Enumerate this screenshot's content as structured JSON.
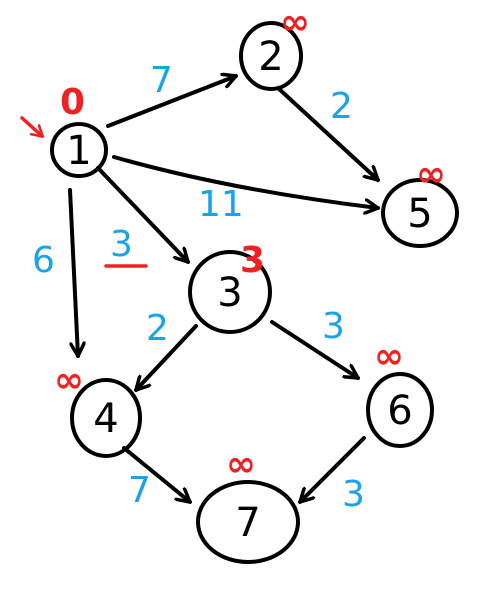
{
  "colors": {
    "ink": "#000000",
    "weight": "#1aa3e8",
    "distance": "#ee2222"
  },
  "nodes": [
    {
      "id": "1",
      "label": "1",
      "distance": "0"
    },
    {
      "id": "2",
      "label": "2",
      "distance": "∞"
    },
    {
      "id": "3",
      "label": "3",
      "distance": "3"
    },
    {
      "id": "4",
      "label": "4",
      "distance": "∞"
    },
    {
      "id": "5",
      "label": "5",
      "distance": "∞"
    },
    {
      "id": "6",
      "label": "6",
      "distance": "∞"
    },
    {
      "id": "7",
      "label": "7",
      "distance": "∞"
    }
  ],
  "edges": [
    {
      "from": "1",
      "to": "2",
      "weight": "7"
    },
    {
      "from": "2",
      "to": "5",
      "weight": "2"
    },
    {
      "from": "1",
      "to": "5",
      "weight": "11"
    },
    {
      "from": "1",
      "to": "3",
      "weight": "3"
    },
    {
      "from": "1",
      "to": "4",
      "weight": "6"
    },
    {
      "from": "3",
      "to": "4",
      "weight": "2"
    },
    {
      "from": "3",
      "to": "6",
      "weight": "3"
    },
    {
      "from": "4",
      "to": "7",
      "weight": "7"
    },
    {
      "from": "6",
      "to": "7",
      "weight": "3"
    }
  ],
  "start_marker": "start-arrow"
}
